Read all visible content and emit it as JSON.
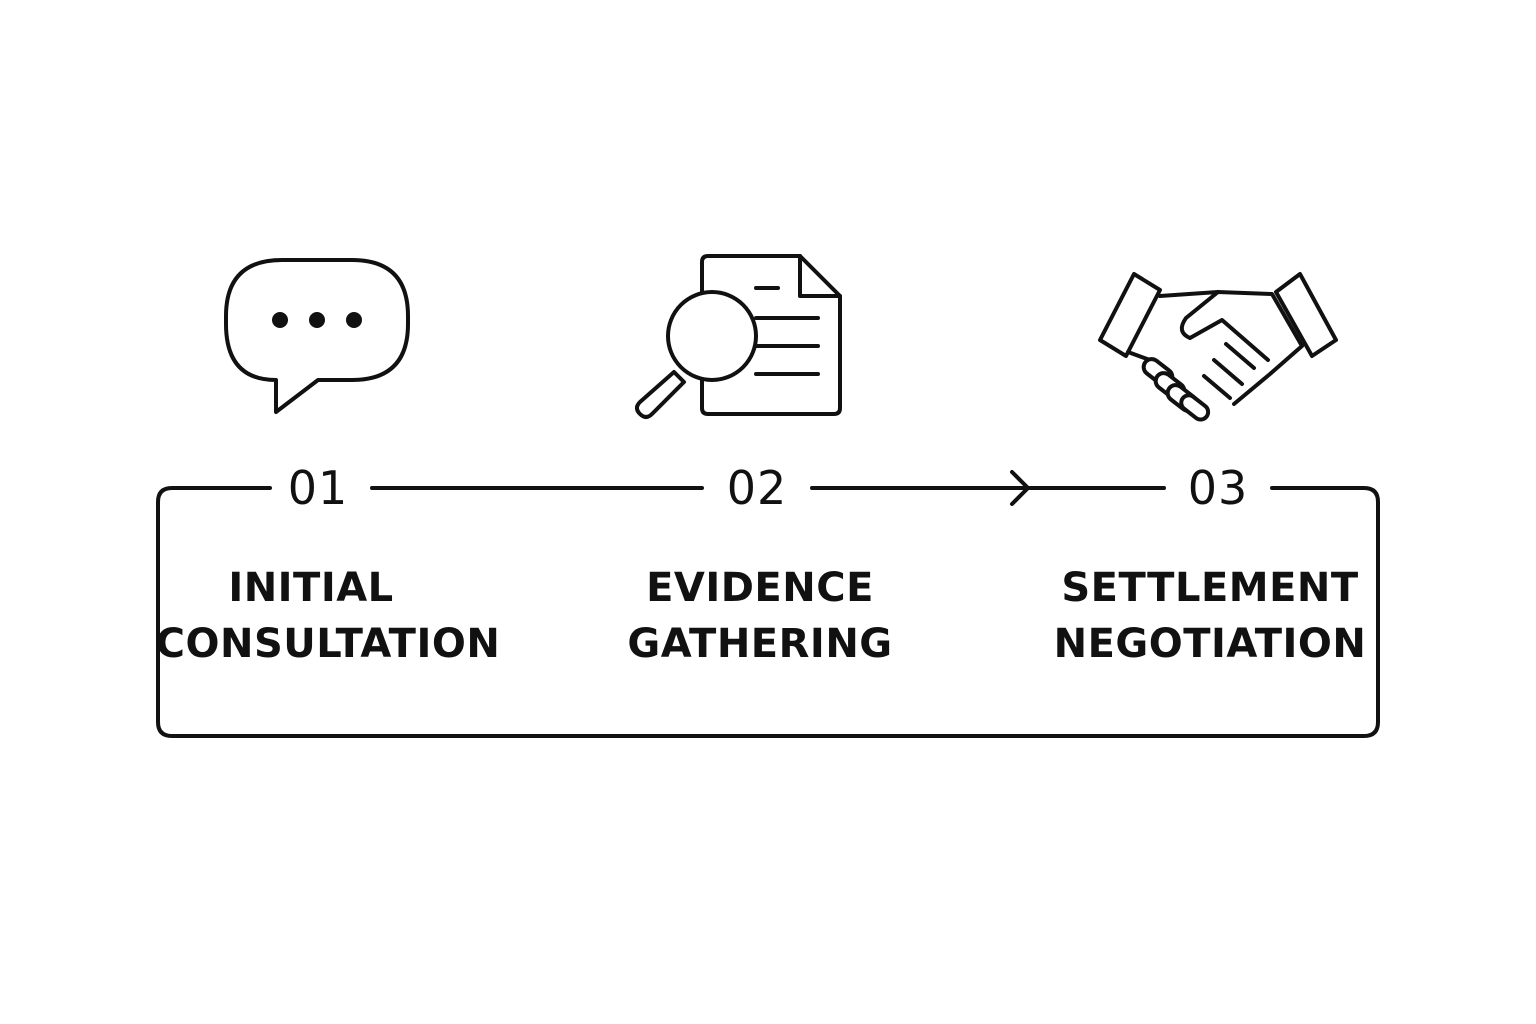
{
  "diagram": {
    "steps": [
      {
        "number": "01",
        "label_line1": "INITIAL",
        "label_line2": "CONSULTATION",
        "icon": "speech-bubble-icon"
      },
      {
        "number": "02",
        "label_line1": "EVIDENCE",
        "label_line2": "GATHERING",
        "icon": "document-search-icon"
      },
      {
        "number": "03",
        "label_line1": "SETTLEMENT",
        "label_line2": "NEGOTIATION",
        "icon": "handshake-icon"
      }
    ],
    "colors": {
      "line": "#111111",
      "background": "#ffffff"
    }
  }
}
